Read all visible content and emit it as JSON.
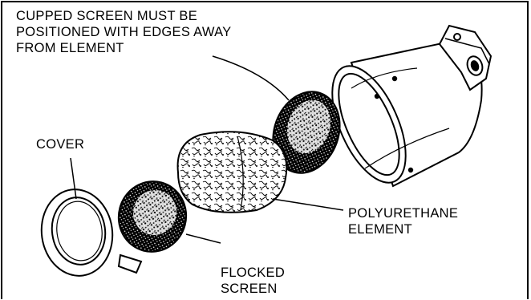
{
  "labels": {
    "cupped_screen": [
      "CUPPED SCREEN MUST BE",
      "POSITIONED WITH EDGES AWAY",
      "FROM ELEMENT"
    ],
    "cover": [
      "COVER"
    ],
    "polyurethane_element": [
      "POLYURETHANE",
      "ELEMENT"
    ],
    "flocked_screen": [
      "FLOCKED",
      "SCREEN"
    ]
  },
  "colors": {
    "line": "#000000",
    "background": "#ffffff"
  }
}
